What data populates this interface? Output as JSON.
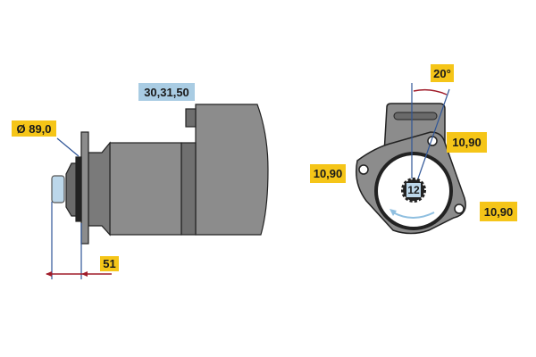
{
  "side_view": {
    "terminal_label": "30,31,50",
    "diameter_label": "Ø 89,0",
    "length_label": "51"
  },
  "front_view": {
    "angle_label": "20°",
    "pinion_teeth": "12",
    "bolt_labels": [
      "10,90",
      "10,90",
      "10,90"
    ]
  },
  "colors": {
    "body": "#8a8a8a",
    "label_yellow": "#f5c518",
    "label_blue": "#a9cce3",
    "dim_line": "#2f5597",
    "arrow": "#a01c2a"
  }
}
